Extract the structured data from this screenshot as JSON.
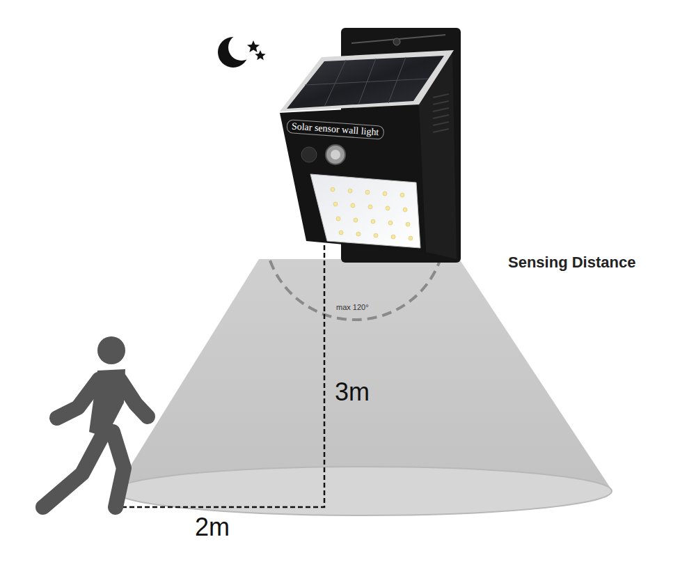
{
  "diagram": {
    "labels": [
      "Solar sensor wall light",
      "Sensing Distance",
      "max 120°",
      "3m",
      "2m"
    ]
  }
}
